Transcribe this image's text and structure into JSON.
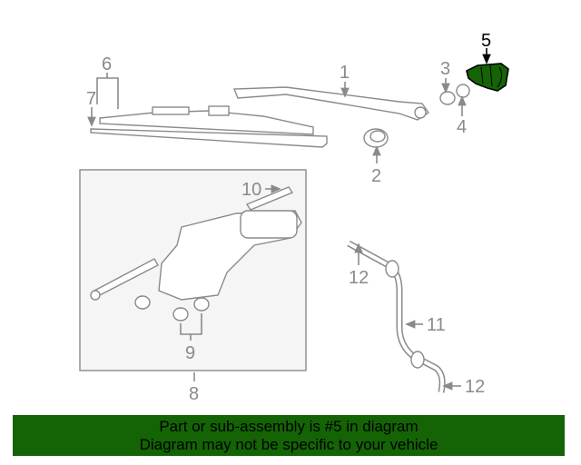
{
  "diagram": {
    "callouts": {
      "c1": "1",
      "c2": "2",
      "c3": "3",
      "c4": "4",
      "c5": "5",
      "c6": "6",
      "c7": "7",
      "c8": "8",
      "c9": "9",
      "c10": "10",
      "c11": "11",
      "c12a": "12",
      "c12b": "12"
    },
    "highlight_color": "#146405"
  },
  "banner": {
    "line1": "Part or sub-assembly is #5 in diagram",
    "line2": "Diagram may not be specific to your vehicle"
  }
}
